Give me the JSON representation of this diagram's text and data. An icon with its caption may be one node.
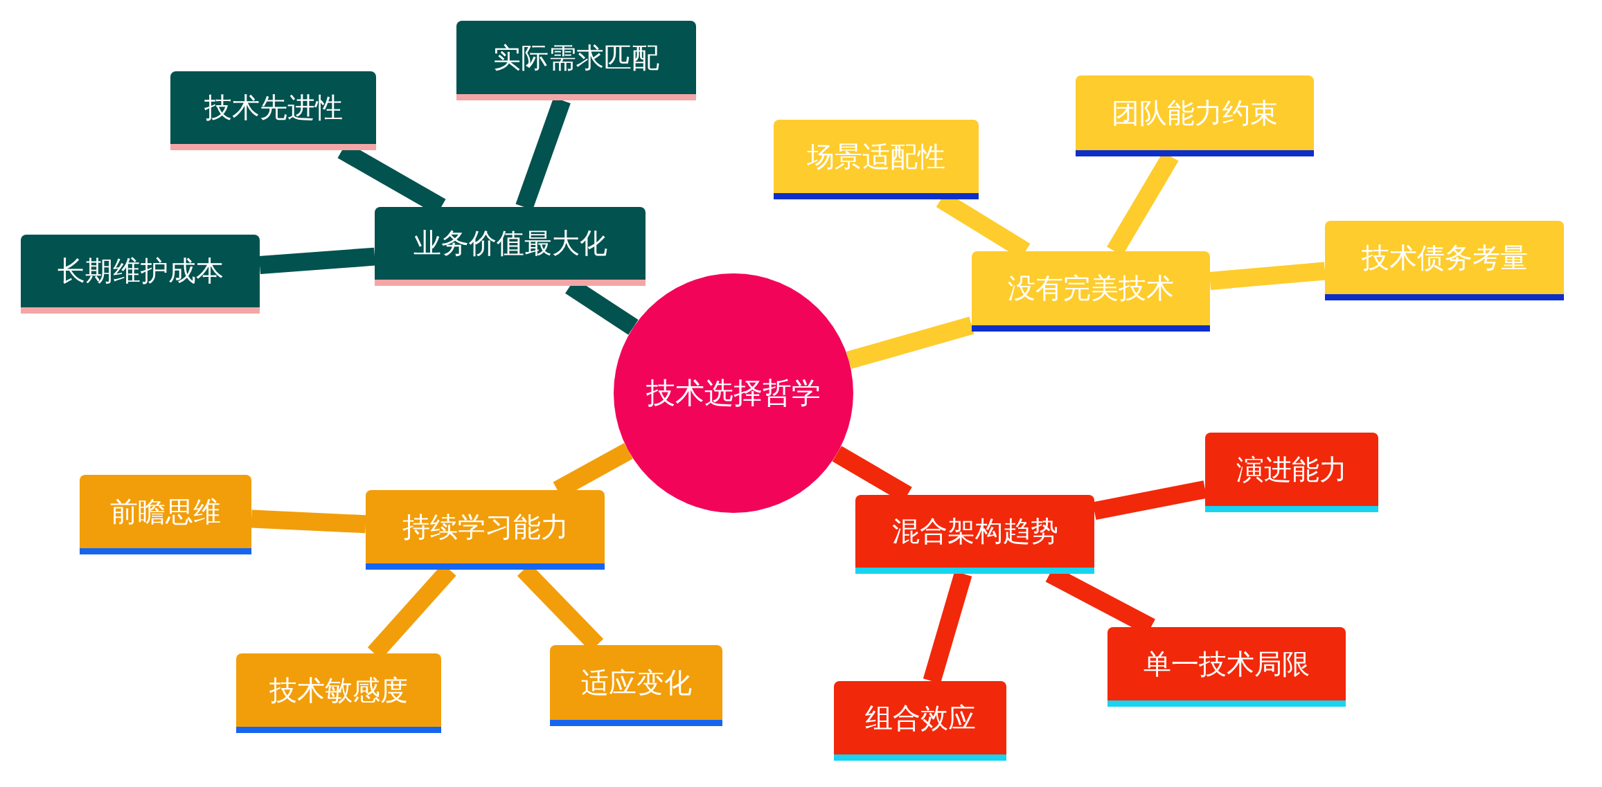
{
  "diagram": {
    "nodes": [
      {
        "text": [
          "技术选择哲学"
        ]
      },
      {
        "text": [
          "业务价值最大化"
        ]
      },
      {
        "text": [
          "技术先进性"
        ]
      },
      {
        "text": [
          "实际需求匹配"
        ]
      },
      {
        "text": [
          "长期维护成本"
        ]
      },
      {
        "text": [
          "没有完美技术"
        ]
      },
      {
        "text": [
          "场景适配性"
        ]
      },
      {
        "text": [
          "团队能力约束"
        ]
      },
      {
        "text": [
          "技术债务考量"
        ]
      },
      {
        "text": [
          "持续学习能力"
        ]
      },
      {
        "text": [
          "前瞻思维"
        ]
      },
      {
        "text": [
          "技术敏感度"
        ]
      },
      {
        "text": [
          "适应变化"
        ]
      },
      {
        "text": [
          "混合架构趋势"
        ]
      },
      {
        "text": [
          "演进能力"
        ]
      },
      {
        "text": [
          "单一技术局限"
        ]
      },
      {
        "text": [
          "组合效应"
        ]
      }
    ],
    "edges": [
      {
        "from": 0,
        "to": 1,
        "arrow": "none",
        "color": "#02524f"
      },
      {
        "from": 1,
        "to": 2,
        "arrow": "none",
        "color": "#02524f"
      },
      {
        "from": 1,
        "to": 3,
        "arrow": "none",
        "color": "#02524f"
      },
      {
        "from": 1,
        "to": 4,
        "arrow": "none",
        "color": "#02524f"
      },
      {
        "from": 0,
        "to": 5,
        "arrow": "none",
        "color": "#fecc2c"
      },
      {
        "from": 5,
        "to": 6,
        "arrow": "none",
        "color": "#fecc2c"
      },
      {
        "from": 5,
        "to": 7,
        "arrow": "none",
        "color": "#fecc2c"
      },
      {
        "from": 5,
        "to": 8,
        "arrow": "none",
        "color": "#fecc2c"
      },
      {
        "from": 0,
        "to": 9,
        "arrow": "none",
        "color": "#f29e0a"
      },
      {
        "from": 9,
        "to": 10,
        "arrow": "none",
        "color": "#f29e0a"
      },
      {
        "from": 9,
        "to": 11,
        "arrow": "none",
        "color": "#f29e0a"
      },
      {
        "from": 9,
        "to": 12,
        "arrow": "none",
        "color": "#f29e0a"
      },
      {
        "from": 0,
        "to": 13,
        "arrow": "none",
        "color": "#f2280a"
      },
      {
        "from": 13,
        "to": 14,
        "arrow": "none",
        "color": "#f2280a"
      },
      {
        "from": 13,
        "to": 15,
        "arrow": "none",
        "color": "#f2280a"
      },
      {
        "from": 13,
        "to": 16,
        "arrow": "none",
        "color": "#f2280a"
      }
    ]
  }
}
